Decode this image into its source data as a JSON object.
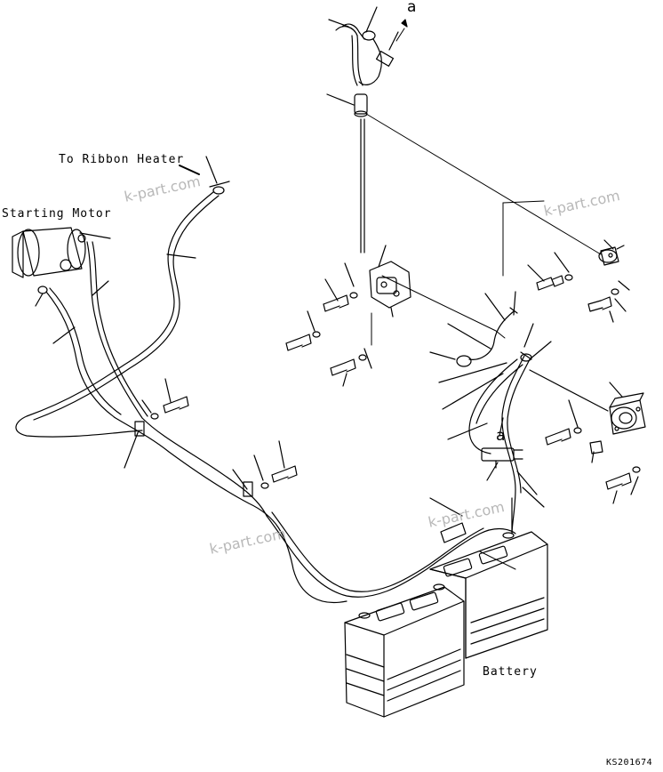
{
  "labels": {
    "to_ribbon_heater": "To Ribbon Heater",
    "starting_motor": "Starting Motor",
    "battery": "Battery"
  },
  "markers": {
    "ref_a_top": "a",
    "ref_a_mid": "a"
  },
  "watermark": "k-part.com",
  "drawing_code": "KS201674",
  "colors": {
    "line": "#000000",
    "watermark": "#b8b8b8",
    "background": "#ffffff"
  }
}
